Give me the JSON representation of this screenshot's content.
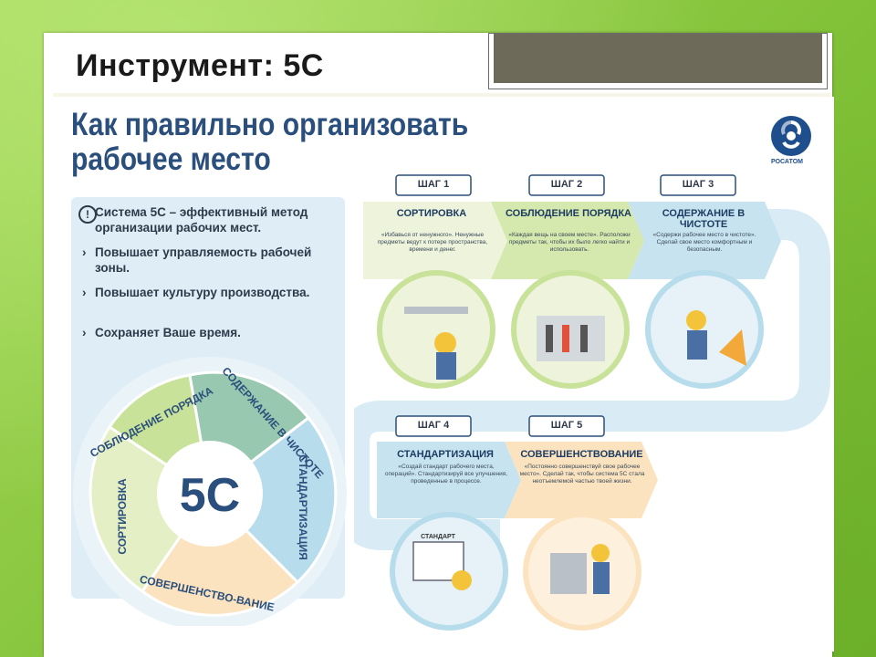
{
  "slide": {
    "title": "Инструмент: 5С"
  },
  "infographic": {
    "heading_line1": "Как правильно организовать",
    "heading_line2": "рабочее место",
    "logo_text": "РОСАТОМ",
    "intro": "Система 5С – эффективный метод организации рабочих мест.",
    "bullets": [
      "Повышает управляемость рабочей зоны.",
      "Повышает культуру производства.",
      "Сохраняет Ваше время."
    ],
    "wheel_center": "5С",
    "wheel_segments": [
      "СОБЛЮДЕНИЕ ПОРЯДКА",
      "СОДЕРЖАНИЕ В ЧИСТОТЕ",
      "СТАНДАРТИЗАЦИЯ",
      "СОВЕРШЕНСТВО-ВАНИЕ",
      "СОРТИРОВКА"
    ],
    "steps": [
      {
        "label": "ШАГ 1",
        "name": "СОРТИРОВКА",
        "desc": "«Избавься от ненужного». Ненужные предметы ведут к потере пространства, времени и денег."
      },
      {
        "label": "ШАГ 2",
        "name": "СОБЛЮДЕНИЕ ПОРЯДКА",
        "desc": "«Каждая вещь на своем месте». Расположи предметы так, чтобы их было легко найти и использовать."
      },
      {
        "label": "ШАГ 3",
        "name": "СОДЕРЖАНИЕ В ЧИСТОТЕ",
        "desc": "«Содержи рабочее место в чистоте». Сделай свое место комфортным и безопасным."
      },
      {
        "label": "ШАГ 4",
        "name": "СТАНДАРТИЗАЦИЯ",
        "desc": "«Создай стандарт рабочего места, операций». Стандартизируй все улучшения, проведенные в процессе."
      },
      {
        "label": "ШАГ 5",
        "name": "СОВЕРШЕНСТВОВАНИЕ",
        "desc": "«Постоянно совершенствуй свое рабочее место». Сделай так, чтобы система 5С стала неотъемлемой частью твоей жизни."
      }
    ],
    "sign_text": "СТАНДАРТ",
    "colors": {
      "blue_dark": "#2b4f7c",
      "green_light": "#e4efc6",
      "green_mid": "#c9e29a",
      "blue_light": "#c7e3ef",
      "orange_light": "#fbe3bf",
      "panel": "#dfeef6"
    }
  }
}
